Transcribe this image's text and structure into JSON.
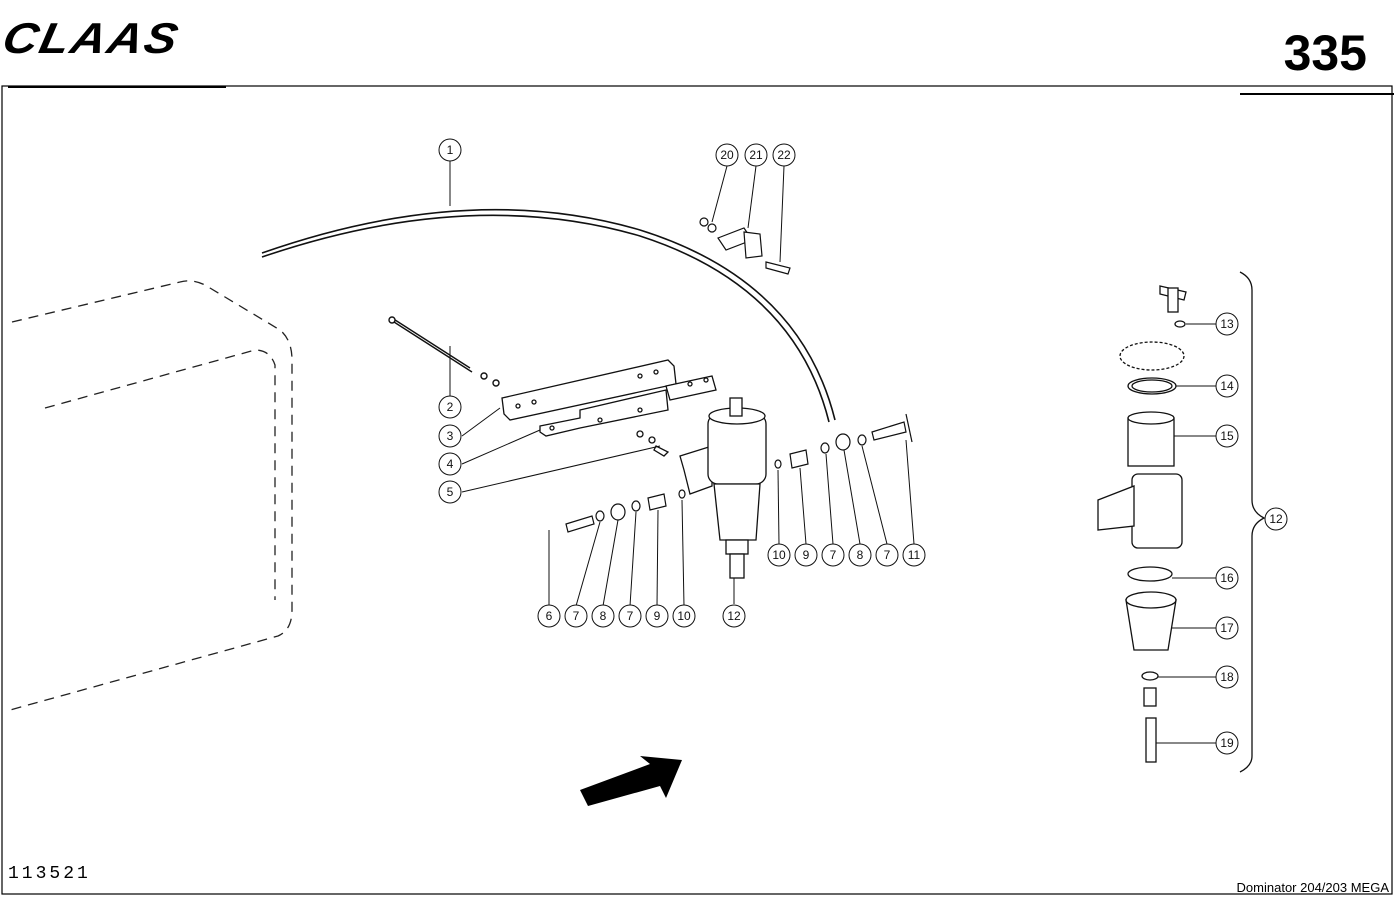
{
  "header": {
    "logo_text": "CLAAS",
    "page_number": "335"
  },
  "footer": {
    "drawing_number": "113521",
    "model": "Dominator 204/203 MEGA"
  },
  "callouts": {
    "c1": "1",
    "c2": "2",
    "c3": "3",
    "c4": "4",
    "c5": "5",
    "c6": "6",
    "c7a": "7",
    "c8a": "8",
    "c7b": "7",
    "c9a": "9",
    "c10a": "10",
    "c12a": "12",
    "c10b": "10",
    "c9b": "9",
    "c7c": "7",
    "c8b": "8",
    "c7d": "7",
    "c11": "11",
    "c20": "20",
    "c21": "21",
    "c22": "22",
    "c13": "13",
    "c14": "14",
    "c15": "15",
    "c12b": "12",
    "c16": "16",
    "c17": "17",
    "c18": "18",
    "c19": "19"
  }
}
